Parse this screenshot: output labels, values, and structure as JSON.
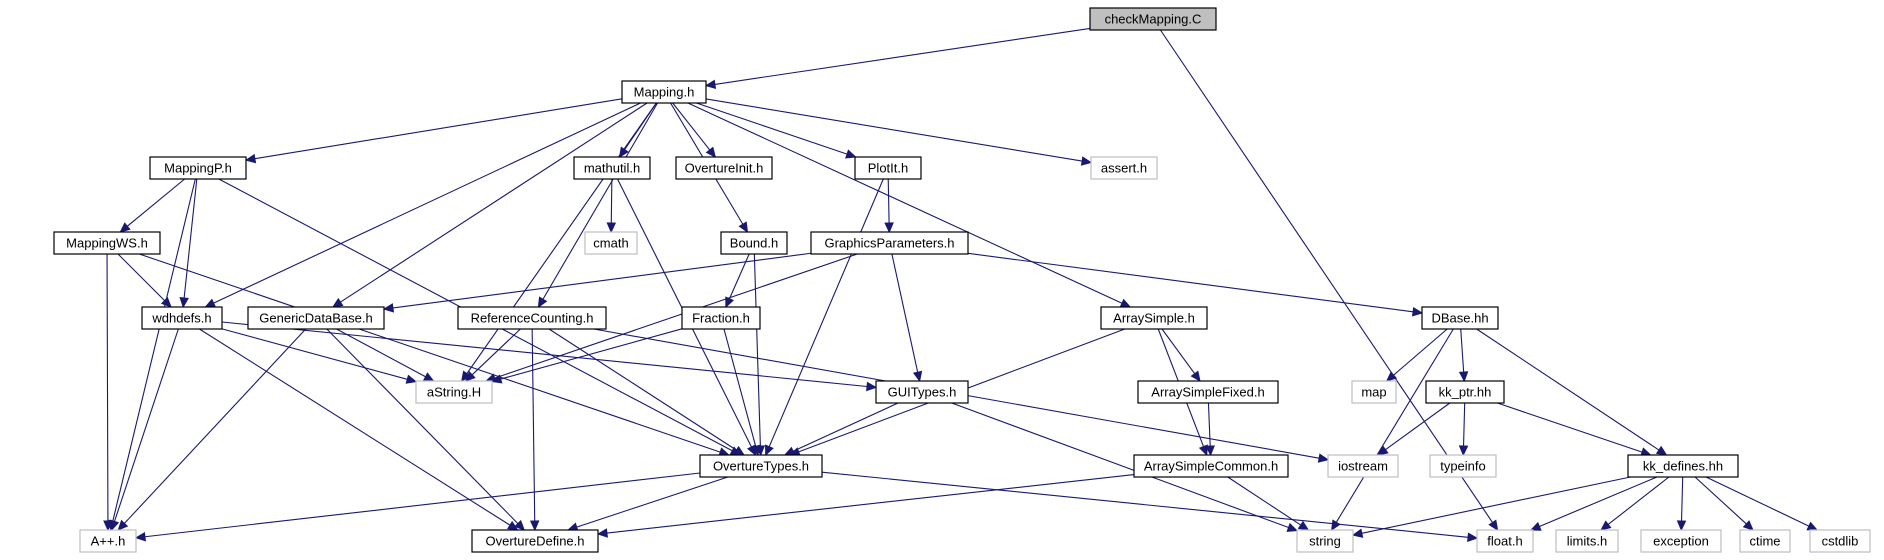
{
  "graph": {
    "colors": {
      "edge": "#191970",
      "root_fill": "#bfbfbf",
      "file_border": "#000000",
      "external_border": "#bfbfbf",
      "node_fill": "#ffffff"
    },
    "nodes": [
      {
        "id": "checkMapping.C",
        "label": "checkMapping.C",
        "kind": "root"
      },
      {
        "id": "Mapping.h",
        "label": "Mapping.h",
        "kind": "file"
      },
      {
        "id": "MappingP.h",
        "label": "MappingP.h",
        "kind": "file"
      },
      {
        "id": "mathutil.h",
        "label": "mathutil.h",
        "kind": "file"
      },
      {
        "id": "OvertureInit.h",
        "label": "OvertureInit.h",
        "kind": "file"
      },
      {
        "id": "PlotIt.h",
        "label": "PlotIt.h",
        "kind": "file"
      },
      {
        "id": "assert.h",
        "label": "assert.h",
        "kind": "external"
      },
      {
        "id": "cmath",
        "label": "cmath",
        "kind": "external"
      },
      {
        "id": "MappingWS.h",
        "label": "MappingWS.h",
        "kind": "file"
      },
      {
        "id": "Bound.h",
        "label": "Bound.h",
        "kind": "file"
      },
      {
        "id": "GraphicsParameters.h",
        "label": "GraphicsParameters.h",
        "kind": "file"
      },
      {
        "id": "wdhdefs.h",
        "label": "wdhdefs.h",
        "kind": "file"
      },
      {
        "id": "GenericDataBase.h",
        "label": "GenericDataBase.h",
        "kind": "file"
      },
      {
        "id": "ReferenceCounting.h",
        "label": "ReferenceCounting.h",
        "kind": "file"
      },
      {
        "id": "Fraction.h",
        "label": "Fraction.h",
        "kind": "file"
      },
      {
        "id": "ArraySimple.h",
        "label": "ArraySimple.h",
        "kind": "file"
      },
      {
        "id": "DBase.hh",
        "label": "DBase.hh",
        "kind": "file"
      },
      {
        "id": "aString.H",
        "label": "aString.H",
        "kind": "external"
      },
      {
        "id": "GUITypes.h",
        "label": "GUITypes.h",
        "kind": "file"
      },
      {
        "id": "ArraySimpleFixed.h",
        "label": "ArraySimpleFixed.h",
        "kind": "file"
      },
      {
        "id": "map",
        "label": "map",
        "kind": "external"
      },
      {
        "id": "kk_ptr.hh",
        "label": "kk_ptr.hh",
        "kind": "file"
      },
      {
        "id": "OvertureTypes.h",
        "label": "OvertureTypes.h",
        "kind": "file"
      },
      {
        "id": "ArraySimpleCommon.h",
        "label": "ArraySimpleCommon.h",
        "kind": "file"
      },
      {
        "id": "iostream",
        "label": "iostream",
        "kind": "external"
      },
      {
        "id": "typeinfo",
        "label": "typeinfo",
        "kind": "external"
      },
      {
        "id": "kk_defines.hh",
        "label": "kk_defines.hh",
        "kind": "file"
      },
      {
        "id": "A++.h",
        "label": "A++.h",
        "kind": "external"
      },
      {
        "id": "OvertureDefine.h",
        "label": "OvertureDefine.h",
        "kind": "file"
      },
      {
        "id": "string",
        "label": "string",
        "kind": "external"
      },
      {
        "id": "float.h",
        "label": "float.h",
        "kind": "external"
      },
      {
        "id": "limits.h",
        "label": "limits.h",
        "kind": "external"
      },
      {
        "id": "exception",
        "label": "exception",
        "kind": "external"
      },
      {
        "id": "ctime",
        "label": "ctime",
        "kind": "external"
      },
      {
        "id": "cstdlib",
        "label": "cstdlib",
        "kind": "external"
      }
    ],
    "edges": [
      [
        "checkMapping.C",
        "Mapping.h"
      ],
      [
        "checkMapping.C",
        "float.h"
      ],
      [
        "Mapping.h",
        "MappingP.h"
      ],
      [
        "Mapping.h",
        "mathutil.h"
      ],
      [
        "Mapping.h",
        "OvertureInit.h"
      ],
      [
        "Mapping.h",
        "PlotIt.h"
      ],
      [
        "Mapping.h",
        "assert.h"
      ],
      [
        "Mapping.h",
        "Bound.h"
      ],
      [
        "Mapping.h",
        "wdhdefs.h"
      ],
      [
        "Mapping.h",
        "GenericDataBase.h"
      ],
      [
        "Mapping.h",
        "ReferenceCounting.h"
      ],
      [
        "Mapping.h",
        "aString.H"
      ],
      [
        "Mapping.h",
        "ArraySimple.h"
      ],
      [
        "MappingP.h",
        "MappingWS.h"
      ],
      [
        "MappingP.h",
        "wdhdefs.h"
      ],
      [
        "MappingP.h",
        "A++.h"
      ],
      [
        "MappingP.h",
        "OvertureTypes.h"
      ],
      [
        "mathutil.h",
        "cmath"
      ],
      [
        "mathutil.h",
        "OvertureTypes.h"
      ],
      [
        "PlotIt.h",
        "GraphicsParameters.h"
      ],
      [
        "PlotIt.h",
        "OvertureTypes.h"
      ],
      [
        "MappingWS.h",
        "wdhdefs.h"
      ],
      [
        "MappingWS.h",
        "A++.h"
      ],
      [
        "MappingWS.h",
        "OvertureTypes.h"
      ],
      [
        "Bound.h",
        "Fraction.h"
      ],
      [
        "Bound.h",
        "OvertureTypes.h"
      ],
      [
        "GraphicsParameters.h",
        "GenericDataBase.h"
      ],
      [
        "GraphicsParameters.h",
        "aString.H"
      ],
      [
        "GraphicsParameters.h",
        "GUITypes.h"
      ],
      [
        "GraphicsParameters.h",
        "DBase.hh"
      ],
      [
        "wdhdefs.h",
        "aString.H"
      ],
      [
        "wdhdefs.h",
        "GUITypes.h"
      ],
      [
        "wdhdefs.h",
        "A++.h"
      ],
      [
        "wdhdefs.h",
        "OvertureDefine.h"
      ],
      [
        "GenericDataBase.h",
        "aString.H"
      ],
      [
        "GenericDataBase.h",
        "A++.h"
      ],
      [
        "GenericDataBase.h",
        "OvertureDefine.h"
      ],
      [
        "ReferenceCounting.h",
        "aString.H"
      ],
      [
        "ReferenceCounting.h",
        "OvertureTypes.h"
      ],
      [
        "ReferenceCounting.h",
        "OvertureDefine.h"
      ],
      [
        "ReferenceCounting.h",
        "iostream"
      ],
      [
        "Fraction.h",
        "aString.H"
      ],
      [
        "Fraction.h",
        "OvertureTypes.h"
      ],
      [
        "ArraySimple.h",
        "ArraySimpleFixed.h"
      ],
      [
        "ArraySimple.h",
        "ArraySimpleCommon.h"
      ],
      [
        "ArraySimple.h",
        "OvertureTypes.h"
      ],
      [
        "DBase.hh",
        "map"
      ],
      [
        "DBase.hh",
        "kk_ptr.hh"
      ],
      [
        "DBase.hh",
        "kk_defines.hh"
      ],
      [
        "DBase.hh",
        "string"
      ],
      [
        "GUITypes.h",
        "OvertureTypes.h"
      ],
      [
        "GUITypes.h",
        "string"
      ],
      [
        "ArraySimpleFixed.h",
        "ArraySimpleCommon.h"
      ],
      [
        "kk_ptr.hh",
        "iostream"
      ],
      [
        "kk_ptr.hh",
        "typeinfo"
      ],
      [
        "kk_ptr.hh",
        "kk_defines.hh"
      ],
      [
        "OvertureTypes.h",
        "A++.h"
      ],
      [
        "OvertureTypes.h",
        "OvertureDefine.h"
      ],
      [
        "OvertureTypes.h",
        "float.h"
      ],
      [
        "ArraySimpleCommon.h",
        "OvertureDefine.h"
      ],
      [
        "ArraySimpleCommon.h",
        "string"
      ],
      [
        "kk_defines.hh",
        "string"
      ],
      [
        "kk_defines.hh",
        "float.h"
      ],
      [
        "kk_defines.hh",
        "limits.h"
      ],
      [
        "kk_defines.hh",
        "exception"
      ],
      [
        "kk_defines.hh",
        "ctime"
      ],
      [
        "kk_defines.hh",
        "cstdlib"
      ]
    ]
  }
}
